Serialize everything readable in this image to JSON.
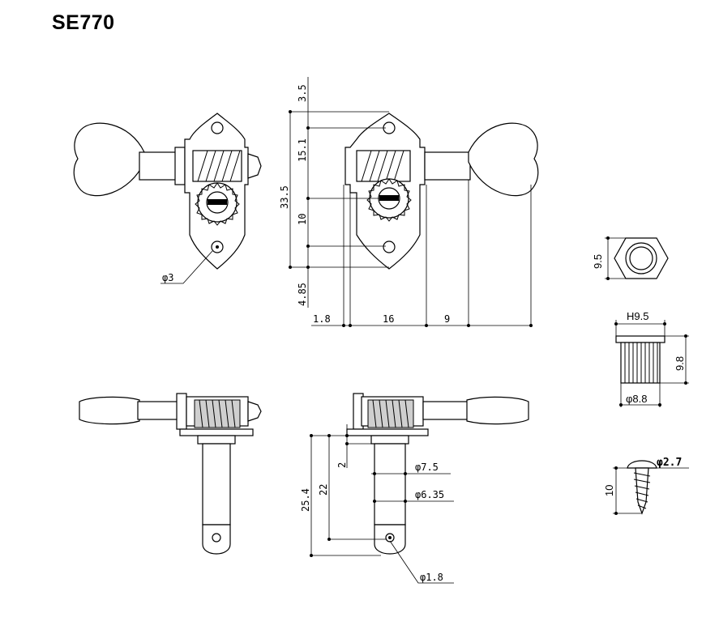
{
  "title": "SE770",
  "front_view": {
    "hole_dia": "φ3",
    "dims": {
      "top_gap": "3.5",
      "total_height": "33.5",
      "upper": "15.1",
      "lower": "10",
      "bottom": "4.85",
      "plate": "1.8",
      "width": "16",
      "shaft": "9"
    }
  },
  "side_view": {
    "bushing_top": "2",
    "height_22": "22",
    "height_254": "25.4",
    "dia_75": "φ7.5",
    "dia_635": "φ6.35",
    "hole_18": "φ1.8"
  },
  "nut": {
    "width": "9.5"
  },
  "bushing": {
    "hex": "H9.5",
    "height": "9.8",
    "dia": "φ8.8"
  },
  "screw": {
    "dia": "φ2.7",
    "length": "10"
  }
}
